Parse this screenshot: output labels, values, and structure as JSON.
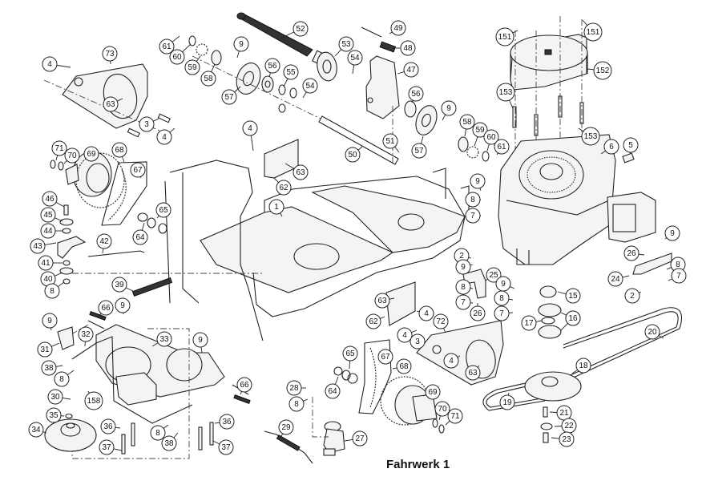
{
  "diagram": {
    "title": "Fahrwerk 1",
    "type": "exploded-parts-diagram",
    "callouts": [
      {
        "id": "c73",
        "label": "73"
      },
      {
        "id": "c4a",
        "label": "4"
      },
      {
        "id": "c63a",
        "label": "63"
      },
      {
        "id": "c3a",
        "label": "3"
      },
      {
        "id": "c4b",
        "label": "4"
      },
      {
        "id": "c61a",
        "label": "61"
      },
      {
        "id": "c60a",
        "label": "60"
      },
      {
        "id": "c59a",
        "label": "59"
      },
      {
        "id": "c58a",
        "label": "58"
      },
      {
        "id": "c57a",
        "label": "57"
      },
      {
        "id": "c9a",
        "label": "9"
      },
      {
        "id": "c52",
        "label": "52"
      },
      {
        "id": "c53",
        "label": "53"
      },
      {
        "id": "c56a",
        "label": "56"
      },
      {
        "id": "c55",
        "label": "55"
      },
      {
        "id": "c54a",
        "label": "54"
      },
      {
        "id": "c54b",
        "label": "54"
      },
      {
        "id": "c49",
        "label": "49"
      },
      {
        "id": "c48",
        "label": "48"
      },
      {
        "id": "c47",
        "label": "47"
      },
      {
        "id": "c56b",
        "label": "56"
      },
      {
        "id": "c9b",
        "label": "9"
      },
      {
        "id": "c58b",
        "label": "58"
      },
      {
        "id": "c57b",
        "label": "57"
      },
      {
        "id": "c59b",
        "label": "59"
      },
      {
        "id": "c60b",
        "label": "60"
      },
      {
        "id": "c61b",
        "label": "61"
      },
      {
        "id": "c51",
        "label": "51"
      },
      {
        "id": "c50",
        "label": "50"
      },
      {
        "id": "c151a",
        "label": "151"
      },
      {
        "id": "c151b",
        "label": "151"
      },
      {
        "id": "c152",
        "label": "152"
      },
      {
        "id": "c153a",
        "label": "153"
      },
      {
        "id": "c153b",
        "label": "153"
      },
      {
        "id": "c6",
        "label": "6"
      },
      {
        "id": "c5",
        "label": "5"
      },
      {
        "id": "c4c",
        "label": "4"
      },
      {
        "id": "c63b",
        "label": "63"
      },
      {
        "id": "c62a",
        "label": "62"
      },
      {
        "id": "c71a",
        "label": "71"
      },
      {
        "id": "c70a",
        "label": "70"
      },
      {
        "id": "c69a",
        "label": "69"
      },
      {
        "id": "c68a",
        "label": "68"
      },
      {
        "id": "c67a",
        "label": "67"
      },
      {
        "id": "c65a",
        "label": "65"
      },
      {
        "id": "c64a",
        "label": "64"
      },
      {
        "id": "c46",
        "label": "46"
      },
      {
        "id": "c45",
        "label": "45"
      },
      {
        "id": "c44",
        "label": "44"
      },
      {
        "id": "c43",
        "label": "43"
      },
      {
        "id": "c42",
        "label": "42"
      },
      {
        "id": "c41",
        "label": "41"
      },
      {
        "id": "c40",
        "label": "40"
      },
      {
        "id": "c8a",
        "label": "8"
      },
      {
        "id": "c39",
        "label": "39"
      },
      {
        "id": "c1",
        "label": "1"
      },
      {
        "id": "c9c",
        "label": "9"
      },
      {
        "id": "c8b",
        "label": "8"
      },
      {
        "id": "c7a",
        "label": "7"
      },
      {
        "id": "c26a",
        "label": "26"
      },
      {
        "id": "c9d",
        "label": "9"
      },
      {
        "id": "c8c",
        "label": "8"
      },
      {
        "id": "c7b",
        "label": "7"
      },
      {
        "id": "c24",
        "label": "24"
      },
      {
        "id": "c2a",
        "label": "2"
      },
      {
        "id": "c2b",
        "label": "2"
      },
      {
        "id": "c9e",
        "label": "9"
      },
      {
        "id": "c25",
        "label": "25"
      },
      {
        "id": "c8d",
        "label": "8"
      },
      {
        "id": "c7c",
        "label": "7"
      },
      {
        "id": "c26b",
        "label": "26"
      },
      {
        "id": "c9f",
        "label": "9"
      },
      {
        "id": "c8e",
        "label": "8"
      },
      {
        "id": "c7d",
        "label": "7"
      },
      {
        "id": "c15",
        "label": "15"
      },
      {
        "id": "c16a",
        "label": "16"
      },
      {
        "id": "c17",
        "label": "17"
      },
      {
        "id": "c16b",
        "label": "16"
      },
      {
        "id": "c63c",
        "label": "63"
      },
      {
        "id": "c62b",
        "label": "62"
      },
      {
        "id": "c4d",
        "label": "4"
      },
      {
        "id": "c4e",
        "label": "4"
      },
      {
        "id": "c3b",
        "label": "3"
      },
      {
        "id": "c72",
        "label": "72"
      },
      {
        "id": "c4f",
        "label": "4"
      },
      {
        "id": "c63d",
        "label": "63"
      },
      {
        "id": "c20",
        "label": "20"
      },
      {
        "id": "c18",
        "label": "18"
      },
      {
        "id": "c19",
        "label": "19"
      },
      {
        "id": "c21",
        "label": "21"
      },
      {
        "id": "c22",
        "label": "22"
      },
      {
        "id": "c23",
        "label": "23"
      },
      {
        "id": "c66a",
        "label": "66"
      },
      {
        "id": "c9g",
        "label": "9"
      },
      {
        "id": "c9h",
        "label": "9"
      },
      {
        "id": "c31",
        "label": "31"
      },
      {
        "id": "c32",
        "label": "32"
      },
      {
        "id": "c33",
        "label": "33"
      },
      {
        "id": "c9i",
        "label": "9"
      },
      {
        "id": "c38a",
        "label": "38"
      },
      {
        "id": "c8f",
        "label": "8"
      },
      {
        "id": "c30",
        "label": "30"
      },
      {
        "id": "c158",
        "label": "158"
      },
      {
        "id": "c66b",
        "label": "66"
      },
      {
        "id": "c35",
        "label": "35"
      },
      {
        "id": "c34",
        "label": "34"
      },
      {
        "id": "c36a",
        "label": "36"
      },
      {
        "id": "c8g",
        "label": "8"
      },
      {
        "id": "c38b",
        "label": "38"
      },
      {
        "id": "c36b",
        "label": "36"
      },
      {
        "id": "c37a",
        "label": "37"
      },
      {
        "id": "c37b",
        "label": "37"
      },
      {
        "id": "c65b",
        "label": "65"
      },
      {
        "id": "c67b",
        "label": "67"
      },
      {
        "id": "c68b",
        "label": "68"
      },
      {
        "id": "c64b",
        "label": "64"
      },
      {
        "id": "c28",
        "label": "28"
      },
      {
        "id": "c8h",
        "label": "8"
      },
      {
        "id": "c69b",
        "label": "69"
      },
      {
        "id": "c70b",
        "label": "70"
      },
      {
        "id": "c71b",
        "label": "71"
      },
      {
        "id": "c29",
        "label": "29"
      },
      {
        "id": "c27",
        "label": "27"
      }
    ]
  }
}
